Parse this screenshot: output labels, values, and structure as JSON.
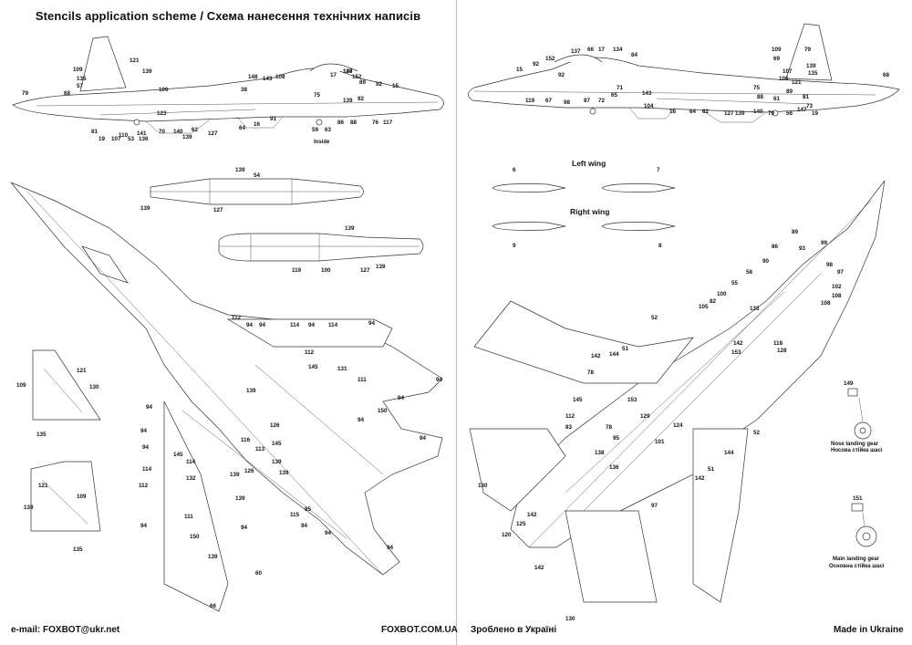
{
  "header": {
    "title": "Stencils application scheme / Схема нанесення технічних написів"
  },
  "footer": {
    "email": "e-mail: FOXBOT@ukr.net",
    "site": "FOXBOT.COM.UA",
    "made_ua": "Зроблено в Україні",
    "made_en": "Made in Ukraine"
  },
  "captions": {
    "inside": "Inside",
    "left_wing": "Left wing",
    "right_wing": "Right wing",
    "nose_gear_en": "Nose landing gear",
    "nose_gear_ua": "Носова стійка шасі",
    "main_gear_en": "Main landing gear",
    "main_gear_ua": "Основна стійка шасі"
  },
  "gear_numbers": {
    "nose": "149",
    "main": "151"
  },
  "wing_numbers": {
    "left_a": "6",
    "left_b": "7",
    "right_a": "9",
    "right_b": "8"
  },
  "left_profile_numbers": [
    "121",
    "139",
    "109",
    "135",
    "57",
    "68",
    "79",
    "106",
    "108",
    "146",
    "148",
    "143",
    "17",
    "137",
    "152",
    "89",
    "92",
    "15",
    "123",
    "75",
    "139",
    "92",
    "86",
    "88",
    "76",
    "117",
    "81",
    "19",
    "107",
    "53",
    "141",
    "136",
    "70",
    "140",
    "139",
    "127",
    "62",
    "64",
    "16",
    "91",
    "59",
    "63",
    "38",
    "110"
  ],
  "right_profile_numbers": [
    "92",
    "152",
    "137",
    "66",
    "17",
    "134",
    "84",
    "15",
    "119",
    "67",
    "98",
    "87",
    "72",
    "65",
    "71",
    "143",
    "104",
    "16",
    "64",
    "62",
    "127",
    "139",
    "140",
    "70",
    "56",
    "147",
    "73",
    "19",
    "81",
    "107",
    "106",
    "139",
    "135",
    "68",
    "79",
    "109",
    "69",
    "121",
    "89",
    "75",
    "61",
    "88",
    "92"
  ],
  "nacelle_numbers": [
    "139",
    "54",
    "139",
    "127",
    "139",
    "119",
    "100",
    "127",
    "139"
  ],
  "fin_numbers": [
    "121",
    "130",
    "109",
    "135",
    "121",
    "139",
    "109",
    "135"
  ],
  "top_view_numbers": [
    "112",
    "94",
    "94",
    "114",
    "94",
    "114",
    "94",
    "94",
    "112",
    "145",
    "131",
    "111",
    "94",
    "94",
    "150",
    "94",
    "94",
    "94",
    "94",
    "114",
    "112",
    "145",
    "114",
    "132",
    "111",
    "150",
    "94",
    "94",
    "139",
    "66",
    "60",
    "126",
    "116",
    "113",
    "139",
    "126",
    "139",
    "145",
    "115",
    "85",
    "94",
    "139",
    "139",
    "139",
    "94",
    "94"
  ],
  "bottom_view_numbers": [
    "89",
    "99",
    "98",
    "93",
    "97",
    "102",
    "108",
    "108",
    "86",
    "90",
    "58",
    "55",
    "100",
    "82",
    "105",
    "142",
    "133",
    "118",
    "128",
    "153",
    "51",
    "52",
    "142",
    "144",
    "78",
    "145",
    "112",
    "83",
    "153",
    "129",
    "124",
    "130",
    "142",
    "142",
    "120",
    "125",
    "130",
    "97",
    "52",
    "144",
    "51",
    "142",
    "78",
    "138",
    "136",
    "95",
    "101"
  ]
}
